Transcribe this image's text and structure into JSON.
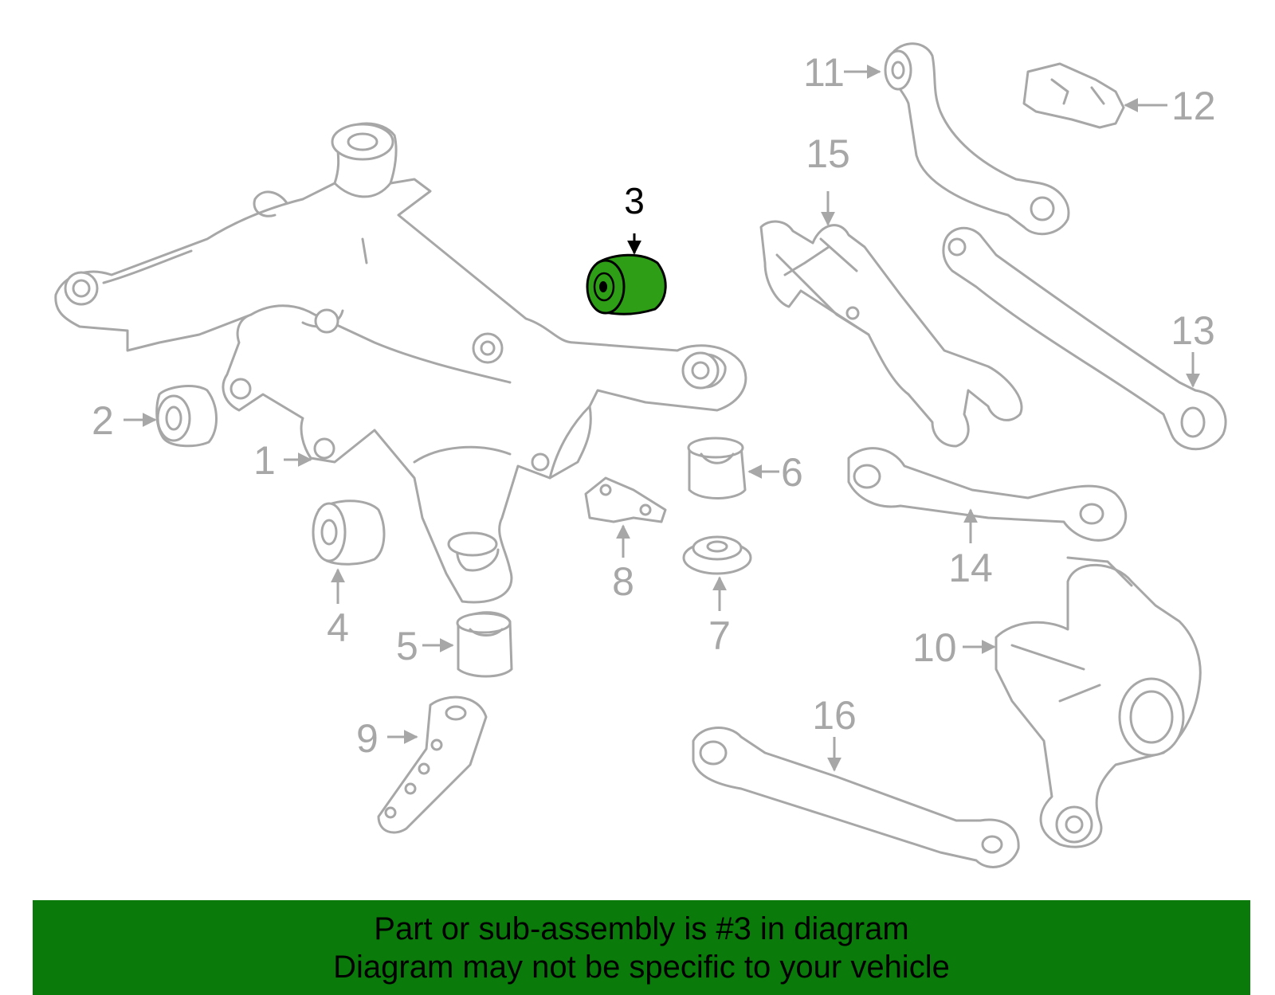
{
  "diagram": {
    "highlighted_part": "3",
    "highlight_color": "#2e9e17",
    "line_color": "#a7a7a7",
    "callouts": {
      "c1": "1",
      "c2": "2",
      "c3": "3",
      "c4": "4",
      "c5": "5",
      "c6": "6",
      "c7": "7",
      "c8": "8",
      "c9": "9",
      "c10": "10",
      "c11": "11",
      "c12": "12",
      "c13": "13",
      "c14": "14",
      "c15": "15",
      "c16": "16"
    }
  },
  "banner": {
    "line1": "Part or sub-assembly is #3 in diagram",
    "line2": "Diagram may not be specific to your vehicle",
    "background": "#0a7a0a"
  }
}
